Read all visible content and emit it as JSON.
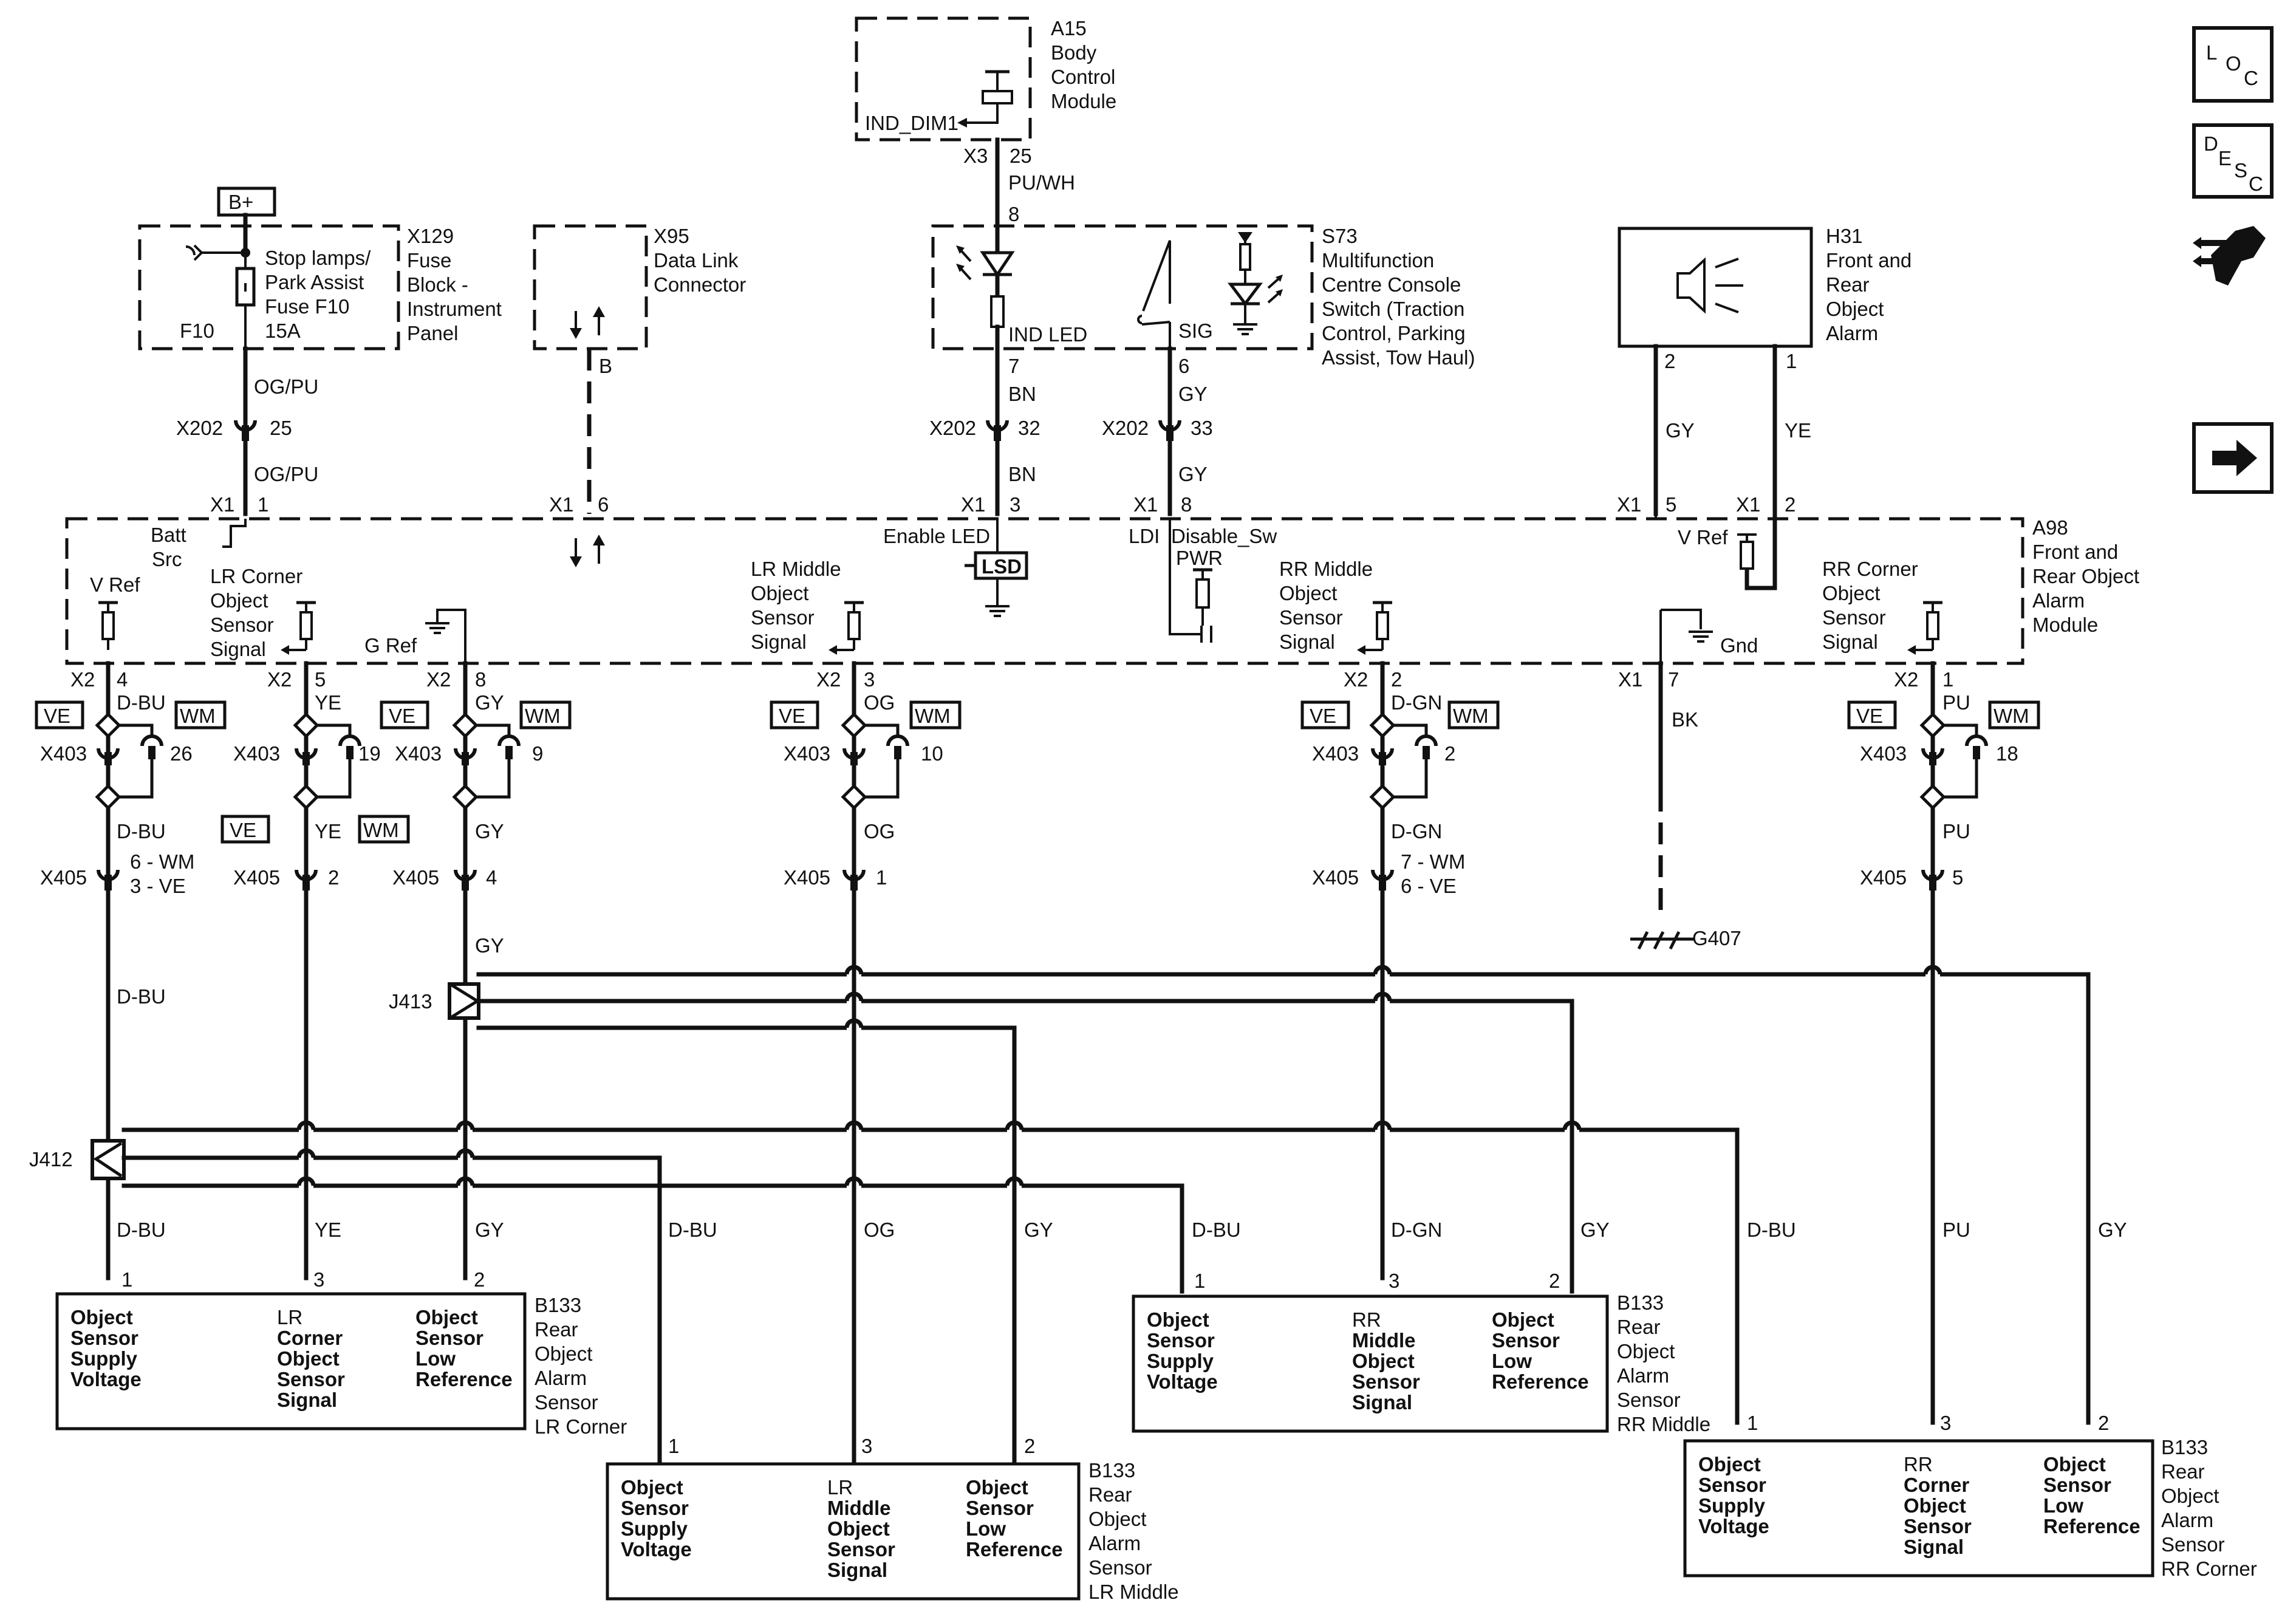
{
  "icons": {
    "loc": [
      "L",
      "O",
      "C"
    ],
    "desc": [
      "D",
      "E",
      "S",
      "C"
    ]
  },
  "a15": {
    "ref": "A15",
    "name": [
      "Body",
      "Control",
      "Module"
    ],
    "signal": "IND_DIM1",
    "conn": "X3",
    "pin": "25",
    "wire": "PU/WH"
  },
  "s73": {
    "ref": "S73",
    "name": [
      "Multifunction",
      "Centre Console",
      "Switch (Traction",
      "Control, Parking",
      "Assist, Tow Haul)"
    ],
    "pin_top": "8",
    "ind_led": "IND LED",
    "sig": "SIG",
    "pin_led": "7",
    "pin_sig": "6",
    "wire_led": "BN",
    "wire_sig": "GY"
  },
  "x129": {
    "ref": "X129",
    "name": [
      "Fuse",
      "Block -",
      "Instrument",
      "Panel"
    ],
    "fuse_desc": [
      "Stop lamps/",
      "Park Assist",
      "Fuse F10",
      "15A"
    ],
    "fuse_id": "F10",
    "bplus": "B+"
  },
  "x95": {
    "ref": "X95",
    "name": [
      "Data Link",
      "Connector"
    ],
    "pin": "B"
  },
  "h31": {
    "ref": "H31",
    "name": [
      "Front and",
      "Rear",
      "Object",
      "Alarm"
    ],
    "pin2": "2",
    "pin1": "1",
    "wire2": "GY",
    "wire1": "YE"
  },
  "x202": {
    "ref": "X202",
    "pin_fuse": "25",
    "pin_led": "32",
    "pin_sig": "33",
    "wire_fuse": "OG/PU"
  },
  "a98": {
    "ref": "A98",
    "name": [
      "Front and",
      "Rear Object",
      "Alarm",
      "Module"
    ],
    "x1": "X1",
    "x2": "X2",
    "pin_batt": "1",
    "pin_dlc": "6",
    "pin_led": "3",
    "pin_ldi": "8",
    "pin_gy": "5",
    "pin_ye": "2",
    "pin_gnd": "7",
    "batt_src": [
      "Batt",
      "Src"
    ],
    "enable_led": "Enable LED",
    "lsd": "LSD",
    "ldi": "LDI",
    "disable_sw": "Disable_Sw",
    "pwr": "PWR",
    "vref": "V Ref",
    "gref": "G Ref",
    "gnd": "Gnd",
    "lr_corner": [
      "LR Corner",
      "Object",
      "Sensor",
      "Signal"
    ],
    "lr_middle": [
      "LR Middle",
      "Object",
      "Sensor",
      "Signal"
    ],
    "rr_middle": [
      "RR Middle",
      "Object",
      "Sensor",
      "Signal"
    ],
    "rr_corner": [
      "RR Corner",
      "Object",
      "Sensor",
      "Signal"
    ]
  },
  "circuits": [
    {
      "x2pin": "4",
      "wire": "D-BU",
      "x403": "X403",
      "x403pin": "26",
      "x405": "X405",
      "x405pin": [
        "6 - WM",
        "3 - VE"
      ]
    },
    {
      "x2pin": "5",
      "wire": "YE",
      "x403": "X403",
      "x403pin": "19",
      "x405": "X405",
      "x405pin": [
        "2"
      ]
    },
    {
      "x2pin": "8",
      "wire": "GY",
      "x403": "X403",
      "x403pin": "9",
      "x405": "X405",
      "x405pin": [
        "4"
      ]
    },
    {
      "x2pin": "3",
      "wire": "OG",
      "x403": "X403",
      "x403pin": "10",
      "x405": "X405",
      "x405pin": [
        "1"
      ]
    },
    {
      "x2pin": "2",
      "wire": "D-GN",
      "x403": "X403",
      "x403pin": "2",
      "x405": "X405",
      "x405pin": [
        "7 - WM",
        "6 - VE"
      ]
    },
    {
      "x2pin": "1",
      "wire": "PU",
      "x403": "X403",
      "x403pin": "18",
      "x405": "X405",
      "x405pin": [
        "5"
      ]
    }
  ],
  "gnd_wire": "BK",
  "g407": "G407",
  "ve": "VE",
  "wm": "WM",
  "j412": "J412",
  "j413": "J413",
  "sensors": [
    {
      "ref": "B133",
      "name": [
        "Rear",
        "Object",
        "Alarm",
        "Sensor",
        "LR Corner"
      ],
      "col1": [
        "Object",
        "Sensor",
        "Supply",
        "Voltage"
      ],
      "col2": [
        "LR",
        "Corner",
        "Object",
        "Sensor",
        "Signal"
      ],
      "col3": [
        "Object",
        "Sensor",
        "Low",
        "Reference"
      ],
      "pins": [
        "1",
        "3",
        "2"
      ],
      "wires": [
        "D-BU",
        "YE",
        "GY"
      ]
    },
    {
      "ref": "B133",
      "name": [
        "Rear",
        "Object",
        "Alarm",
        "Sensor",
        "LR Middle"
      ],
      "col1": [
        "Object",
        "Sensor",
        "Supply",
        "Voltage"
      ],
      "col2": [
        "LR",
        "Middle",
        "Object",
        "Sensor",
        "Signal"
      ],
      "col3": [
        "Object",
        "Sensor",
        "Low",
        "Reference"
      ],
      "pins": [
        "1",
        "3",
        "2"
      ],
      "wires": [
        "D-BU",
        "OG",
        "GY"
      ]
    },
    {
      "ref": "B133",
      "name": [
        "Rear",
        "Object",
        "Alarm",
        "Sensor",
        "RR Middle"
      ],
      "col1": [
        "Object",
        "Sensor",
        "Supply",
        "Voltage"
      ],
      "col2": [
        "RR",
        "Middle",
        "Object",
        "Sensor",
        "Signal"
      ],
      "col3": [
        "Object",
        "Sensor",
        "Low",
        "Reference"
      ],
      "pins": [
        "1",
        "3",
        "2"
      ],
      "wires": [
        "D-BU",
        "D-GN",
        "GY"
      ]
    },
    {
      "ref": "B133",
      "name": [
        "Rear",
        "Object",
        "Alarm",
        "Sensor",
        "RR Corner"
      ],
      "col1": [
        "Object",
        "Sensor",
        "Supply",
        "Voltage"
      ],
      "col2": [
        "RR",
        "Corner",
        "Object",
        "Sensor",
        "Signal"
      ],
      "col3": [
        "Object",
        "Sensor",
        "Low",
        "Reference"
      ],
      "pins": [
        "1",
        "3",
        "2"
      ],
      "wires": [
        "D-BU",
        "PU",
        "GY"
      ]
    }
  ]
}
